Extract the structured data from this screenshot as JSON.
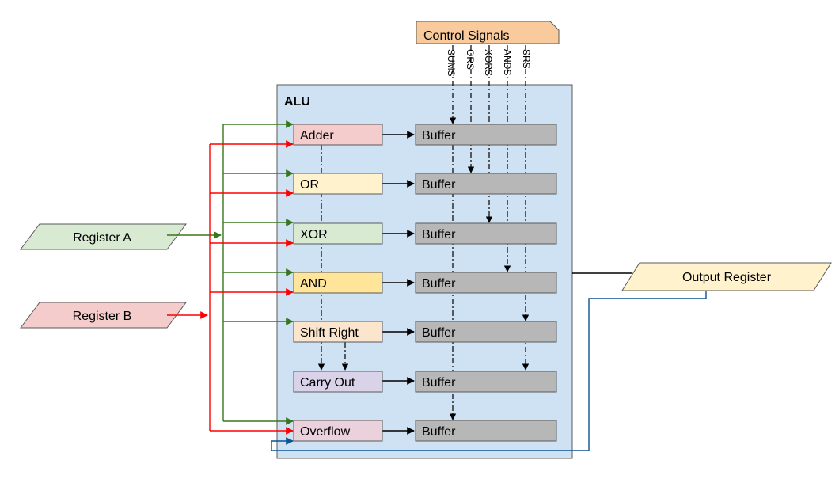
{
  "alu": {
    "title": "ALU",
    "fill": "#cfe2f3",
    "stroke": "#595959"
  },
  "control": {
    "label": "Control Signals",
    "fill": "#f9cb9c",
    "signals": [
      "SUMS",
      "ORS",
      "XORS",
      "ANDS",
      "SRS"
    ]
  },
  "inputs": [
    {
      "label": "Register A",
      "fill": "#d9ead3"
    },
    {
      "label": "Register B",
      "fill": "#f4cccc"
    }
  ],
  "output": {
    "label": "Output Register",
    "fill": "#fff2cc"
  },
  "units": [
    {
      "label": "Adder",
      "fill": "#f4cccc"
    },
    {
      "label": "OR",
      "fill": "#fff2cc"
    },
    {
      "label": "XOR",
      "fill": "#d9ead3"
    },
    {
      "label": "AND",
      "fill": "#ffe599"
    },
    {
      "label": "Shift Right",
      "fill": "#fce5cd"
    },
    {
      "label": "Carry Out",
      "fill": "#d9d2e9"
    },
    {
      "label": "Overflow",
      "fill": "#ead1dc"
    }
  ],
  "buffer": {
    "label": "Buffer",
    "fill": "#b7b7b7"
  },
  "colors": {
    "register_a_wire": "#38761d",
    "register_b_wire": "#ff0000",
    "feedback_wire": "#0b5394",
    "data_wire": "#000000"
  }
}
